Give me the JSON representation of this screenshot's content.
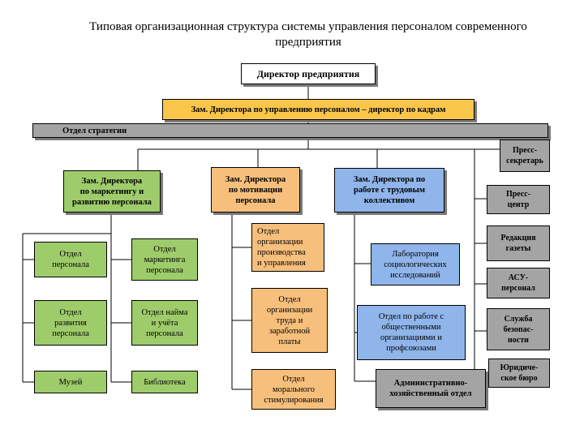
{
  "title": "Типовая организационная структура системы управления персоналом современного\nпредприятия",
  "director": "Директор предприятия",
  "hr_deputy": "Зам. Директора по управлению персоналом – директор по кадрам",
  "strategy_dept": "Отдел стратегии",
  "marketing_deputy": "Зам. Директора\nпо маркетингу и\nразвитию персонала",
  "motivation_deputy": "Зам. Директора\nпо мотивации\nперсонала",
  "labor_deputy": "Зам. Директора по\nработе с трудовым\nколлективом",
  "personnel_dept": "Отдел\nперсонала",
  "personnel_marketing_dept": "Отдел\nмаркетинга\nперсонала",
  "development_dept": "Отдел\nразвития\nперсонала",
  "hiring_dept": "Отдел найма\nи учёта\nперсонала",
  "museum": "Музей",
  "library": "Библиотека",
  "production_org_dept": "Отдел\nорганизации\nпроизводства\nи управления",
  "labor_org_dept": "Отдел\nорганизации\nтруда и\nзаработной\nплаты",
  "moral_dept": "Отдел\nморального\nстимулирования",
  "sociology_lab": "Лаборатория\nсоциологических\nисследований",
  "public_orgs_dept": "Отдел по работе с\nобщественными\nорганизациями и\nпрофсоюзами",
  "admin_dept": "Административно-\nхозяйственный отдел",
  "press_secretary": "Пресс-\nсекретарь",
  "press_center": "Пресс-\nцентр",
  "newspaper_editorial": "Редакция\nгазеты",
  "asu_personnel": "АСУ-\nперсонал",
  "security_service": "Служба\nбезопас-\nности",
  "legal_bureau": "Юридиче-\nское бюро",
  "colors": {
    "yellow": "#f9c64b",
    "grey": "#a4a4a4",
    "green": "#9fcc6b",
    "orange": "#f7bf7c",
    "blue": "#8fb5ea"
  }
}
